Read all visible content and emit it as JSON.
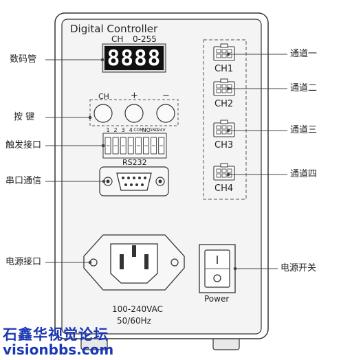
{
  "panel": {
    "title": "Digital Controller",
    "display": {
      "channel_label": "CH",
      "range_label": "0-255",
      "digits": "8888"
    },
    "buttons": {
      "ch_label": "CH",
      "plus_label": "+",
      "minus_label": "−"
    },
    "terminal": {
      "pins": [
        "1",
        "2",
        "3",
        "4",
        "COM",
        "NC",
        "GND",
        "24V"
      ]
    },
    "serial": {
      "label": "RS232"
    },
    "power_input": {
      "voltage": "100-240VAC",
      "frequency": "50/60Hz"
    },
    "switch": {
      "label": "Power"
    },
    "channels": [
      "CH1",
      "CH2",
      "CH3",
      "CH4"
    ]
  },
  "callouts": {
    "left": [
      "数码管",
      "按  键",
      "触发接口",
      "串口通信",
      "电源接口"
    ],
    "right": [
      "通道一",
      "通道二",
      "通道三",
      "通道四",
      "电源开关"
    ]
  },
  "watermark": {
    "line1": "石鑫华视觉论坛",
    "line2": "visionbbs.com"
  },
  "colors": {
    "panel_face": "#f4f4f4",
    "outline": "#333333",
    "watermark": "#1b37b6",
    "led_bg": "#111111"
  }
}
